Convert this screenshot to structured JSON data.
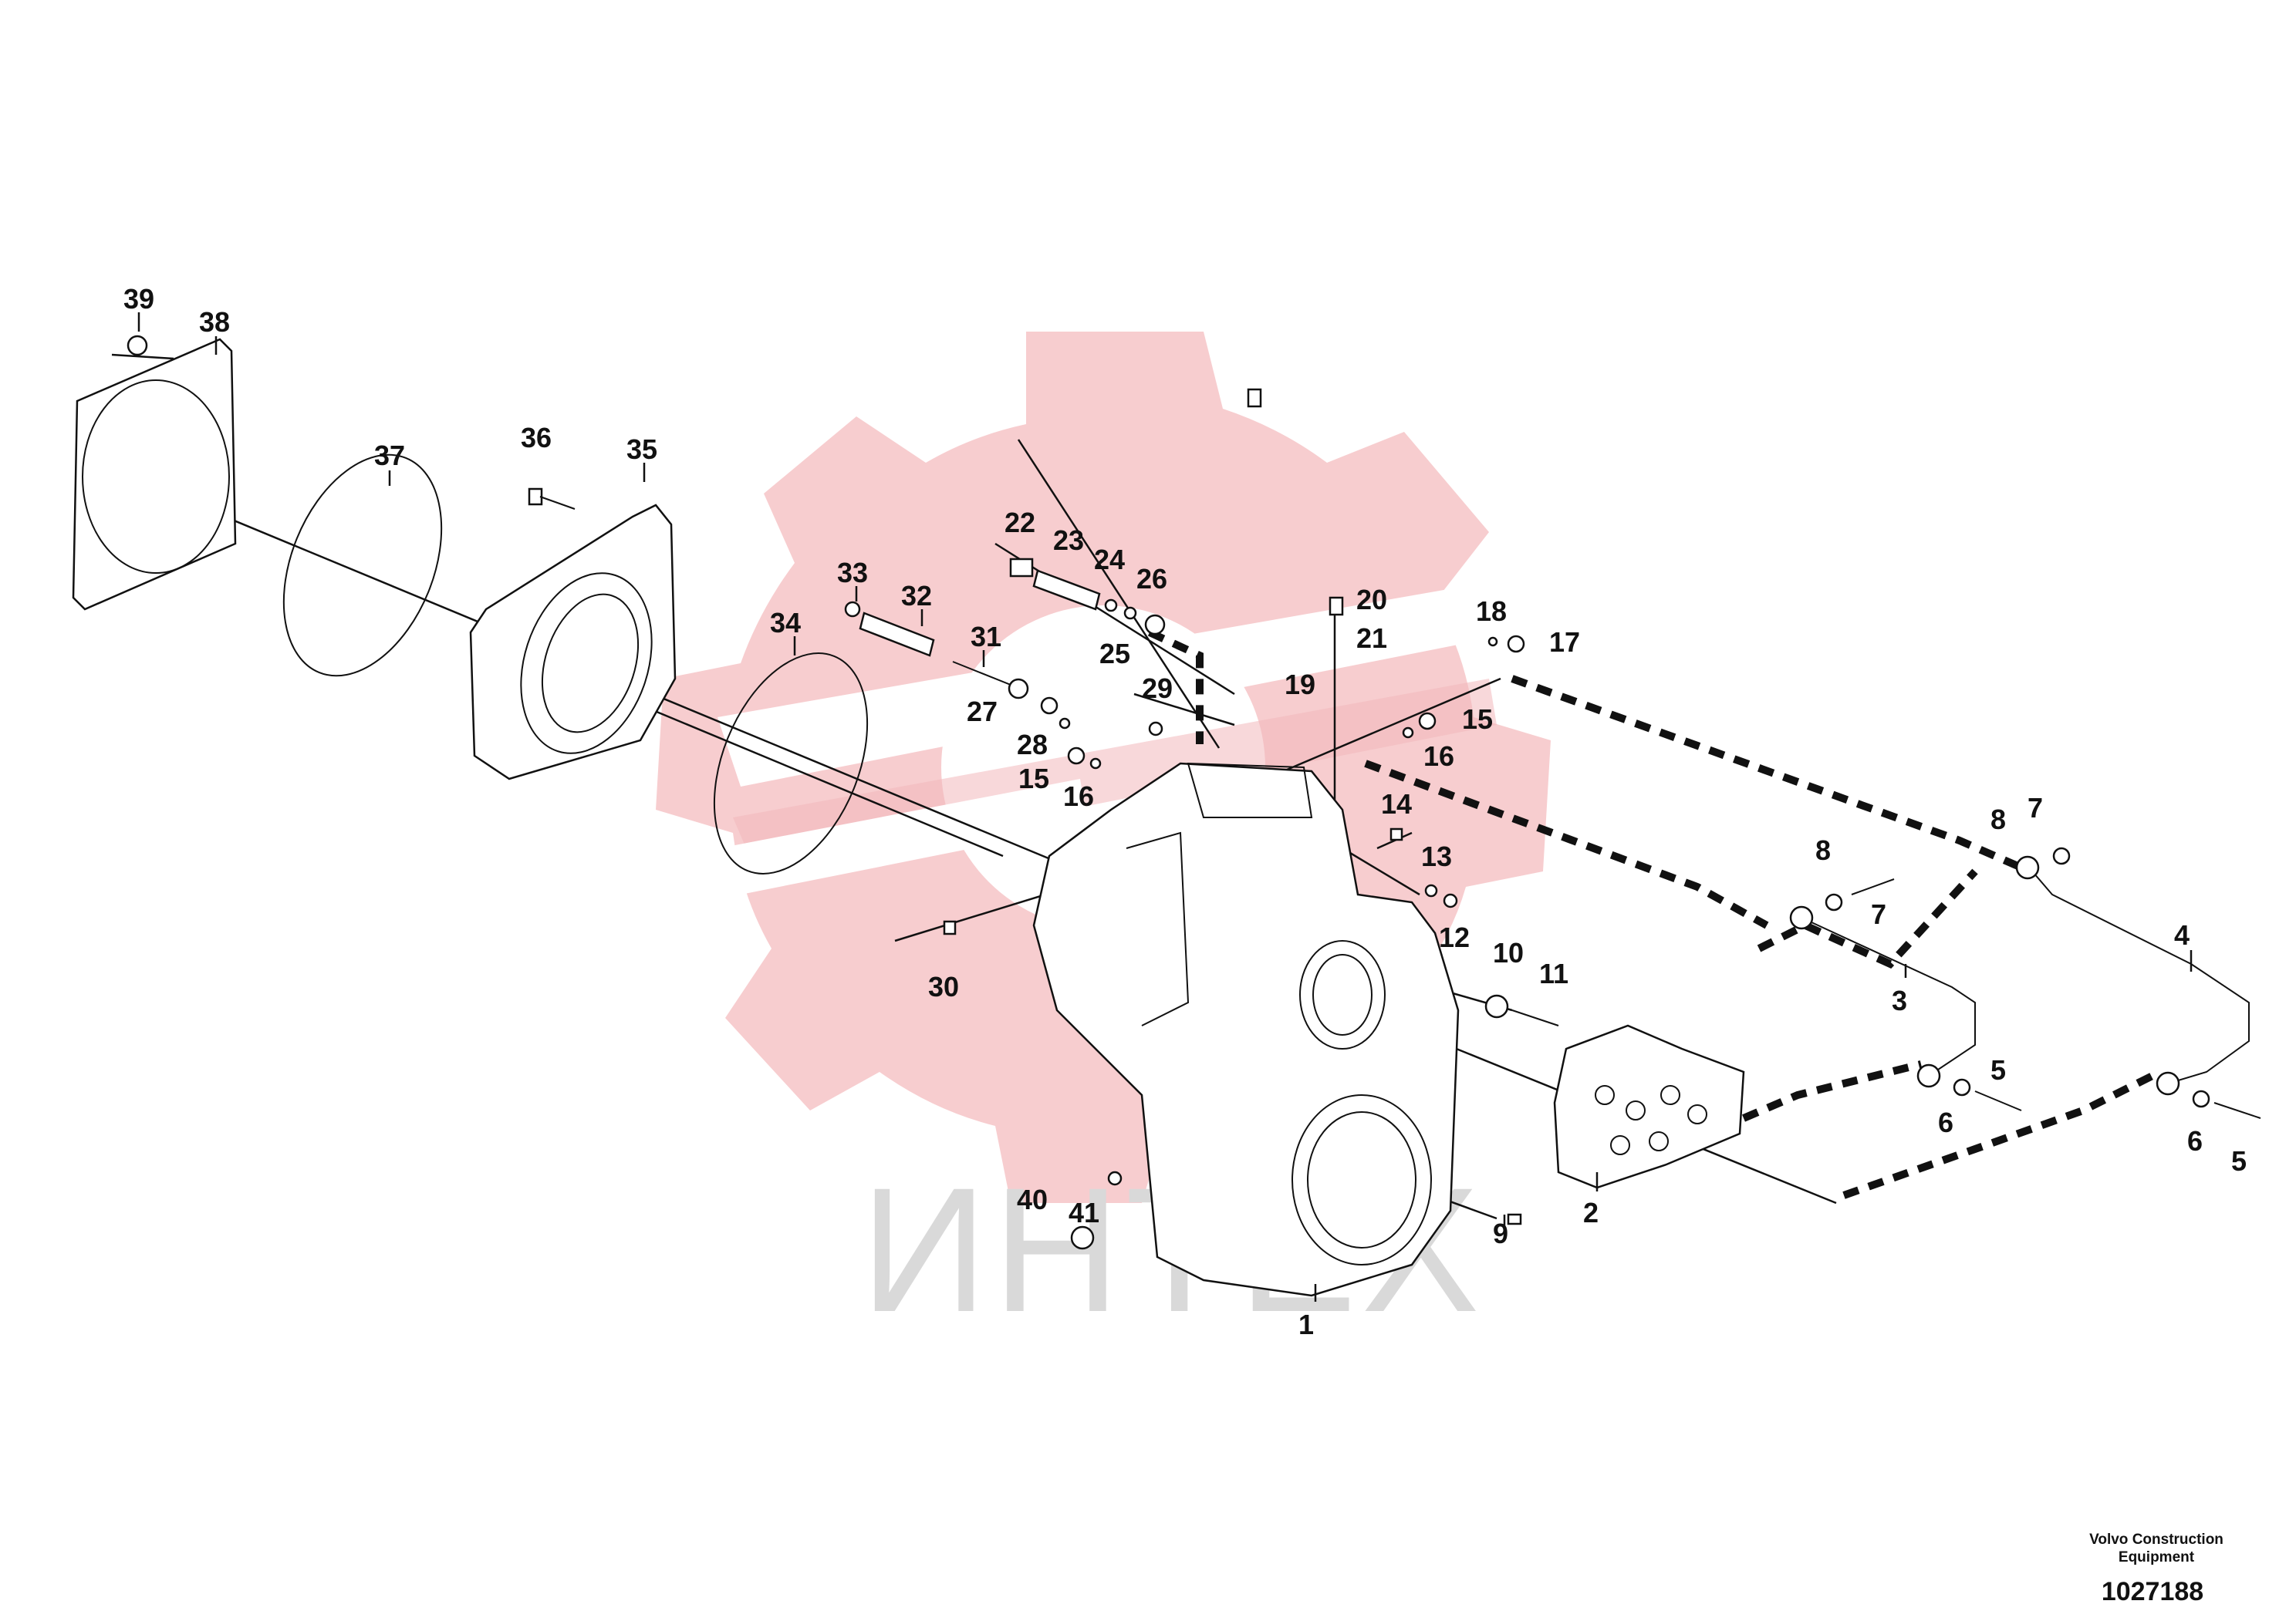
{
  "watermark": {
    "text": "ИНТЕХ",
    "gear_color": "#f3b8bb",
    "text_color": "#d9d9d9"
  },
  "footer": {
    "brand_line1": "Volvo Construction",
    "brand_line2": "Equipment",
    "doc_number": "1027188"
  },
  "callouts": [
    "1",
    "2",
    "3",
    "4",
    "5",
    "6",
    "7",
    "8",
    "9",
    "10",
    "11",
    "12",
    "13",
    "14",
    "15",
    "16",
    "17",
    "18",
    "19",
    "20",
    "21",
    "22",
    "23",
    "24",
    "25",
    "26",
    "27",
    "28",
    "29",
    "30",
    "31",
    "32",
    "33",
    "34",
    "35",
    "36",
    "37",
    "38",
    "39",
    "40",
    "41"
  ],
  "duplicate_callouts": [
    "15",
    "16",
    "8",
    "7",
    "5",
    "6"
  ]
}
